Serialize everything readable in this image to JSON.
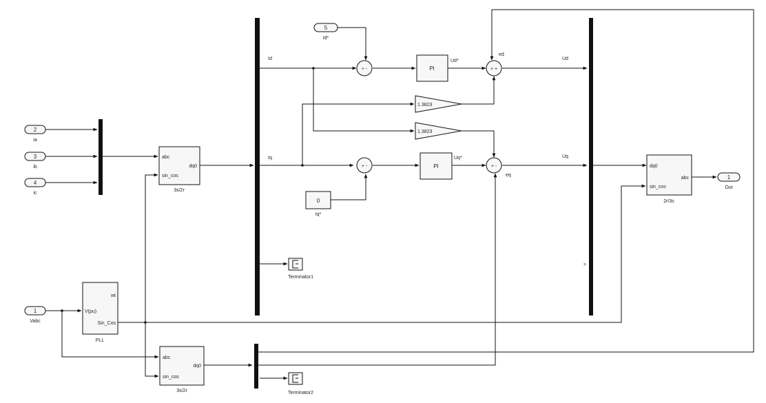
{
  "inports": {
    "ia": {
      "num": "2",
      "label": "ia"
    },
    "ib": {
      "num": "3",
      "label": "ib"
    },
    "ic": {
      "num": "4",
      "label": "ic"
    },
    "id_ref": {
      "num": "5",
      "label": "Id*"
    },
    "vabc": {
      "num": "1",
      "label": "Vabc"
    }
  },
  "outport": {
    "num": "1",
    "label": "Out"
  },
  "blocks": {
    "t1": {
      "label": "3s/2r",
      "in1": "abc",
      "in2": "sin_cos",
      "out": "dq0"
    },
    "t2": {
      "label": "3s/2r",
      "in1": "abc",
      "in2": "sin_cos",
      "out": "dq0"
    },
    "t3": {
      "label": "2r/3s",
      "in1": "dq0",
      "in2": "sin_cos",
      "out": "abc"
    },
    "pll": {
      "label": "PLL",
      "in1": "V(pu)",
      "out1": "wt",
      "out2": "Sin_Cos"
    },
    "pi_d": {
      "text": "PI"
    },
    "pi_q": {
      "text": "PI"
    },
    "gain_top": {
      "value": "1.3823"
    },
    "gain_bot": {
      "value": "1.3823"
    },
    "const_iq": {
      "value": "0",
      "label": "Iq*"
    },
    "term1": {
      "label": "Terminator1"
    },
    "term2": {
      "label": "Terminator2"
    }
  },
  "sums": {
    "s1": "+ -",
    "s2": "+ -",
    "s3": "+ +",
    "s4": "+ -"
  },
  "signals": {
    "Id": "Id",
    "Iq": "Iq",
    "Ud_star": "Ud*",
    "Uq_star": "Uq*",
    "ed": "ed",
    "eq": "eq",
    "Ud": "Ud",
    "Uq": "Uq",
    "mux_mark": ">"
  }
}
